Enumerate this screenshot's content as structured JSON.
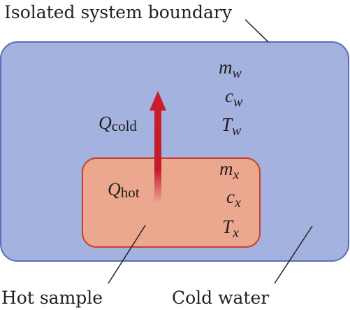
{
  "labels": {
    "boundary": "Isolated system boundary",
    "hot_sample": "Hot sample",
    "cold_water": "Cold water"
  },
  "heat": {
    "cold": {
      "symbol": "Q",
      "subscript": "cold"
    },
    "hot": {
      "symbol": "Q",
      "subscript": "hot"
    }
  },
  "water_vars": [
    {
      "symbol": "m",
      "subscript": "w"
    },
    {
      "symbol": "c",
      "subscript": "w"
    },
    {
      "symbol": "T",
      "subscript": "w"
    }
  ],
  "sample_vars": [
    {
      "symbol": "m",
      "subscript": "x"
    },
    {
      "symbol": "c",
      "subscript": "x"
    },
    {
      "symbol": "T",
      "subscript": "x"
    }
  ],
  "colors": {
    "water_fill": "#a3b2df",
    "water_stroke": "#5a6fb3",
    "sample_fill": "#eba88e",
    "sample_stroke": "#c7402f",
    "arrow_top": "#cc1c2c",
    "arrow_bottom": "#e8908a"
  }
}
